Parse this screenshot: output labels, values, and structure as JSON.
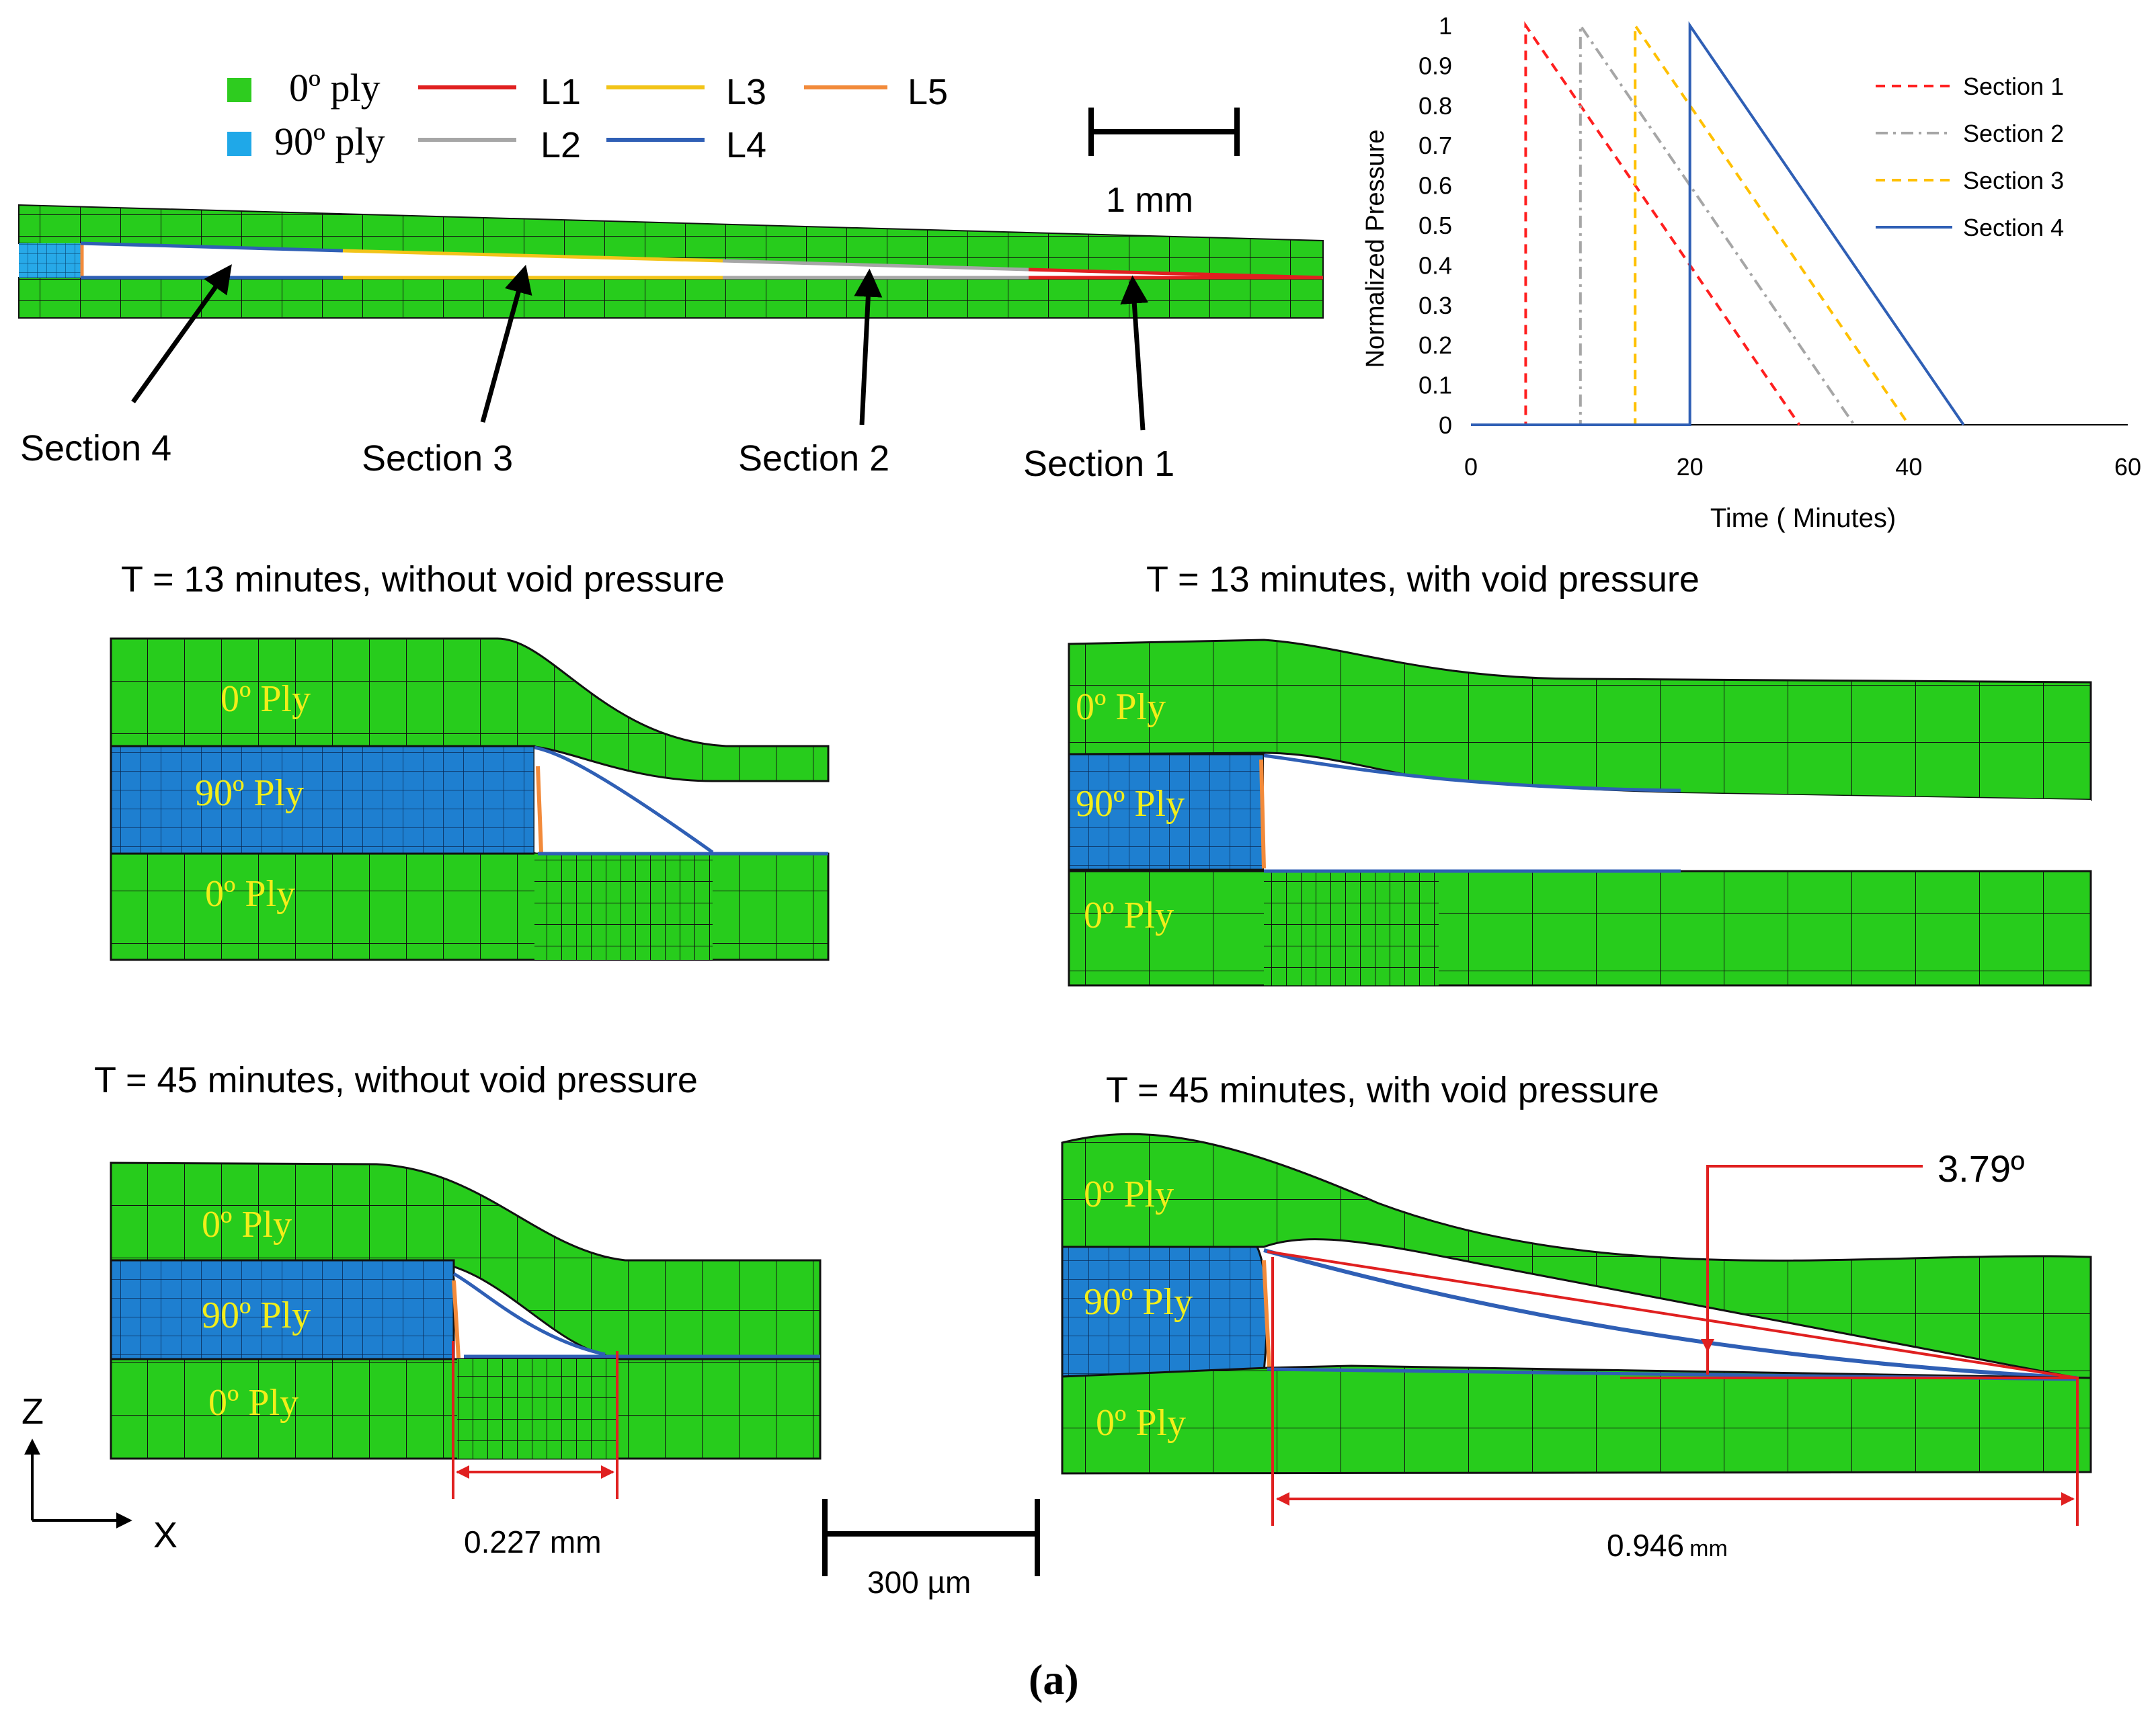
{
  "legend": {
    "ply0": "0º ply",
    "ply90": "90º ply",
    "lines": [
      "L1",
      "L2",
      "L3",
      "L4",
      "L5"
    ],
    "colors": {
      "ply0": "#2ecc1f",
      "ply90": "#1fa8e8",
      "L1": "#e02020",
      "L2": "#a6a6a6",
      "L3": "#f2c418",
      "L4": "#2f5fb5",
      "L5": "#f28a3a"
    }
  },
  "scalebar_top": "1 mm",
  "sections": [
    "Section 4",
    "Section 3",
    "Section 2",
    "Section 1"
  ],
  "chart_data": {
    "type": "line",
    "title": "",
    "xlabel": "Time ( Minutes)",
    "ylabel": "Normalized Pressure",
    "xlim": [
      0,
      60
    ],
    "ylim": [
      0,
      1
    ],
    "xticks": [
      "0",
      "20",
      "40",
      "60"
    ],
    "yticks": [
      "0",
      "0.1",
      "0.2",
      "0.3",
      "0.4",
      "0.5",
      "0.6",
      "0.7",
      "0.8",
      "0.9",
      "1"
    ],
    "legend_position": "right",
    "series": [
      {
        "name": "Section 1",
        "color": "#ff1f1f",
        "dash": "dashed",
        "points": [
          [
            0,
            0
          ],
          [
            5,
            0
          ],
          [
            5,
            1
          ],
          [
            30,
            0
          ]
        ]
      },
      {
        "name": "Section 2",
        "color": "#a6a6a6",
        "dash": "dashdot",
        "points": [
          [
            0,
            0
          ],
          [
            10,
            0
          ],
          [
            10,
            1
          ],
          [
            35,
            0
          ]
        ]
      },
      {
        "name": "Section 3",
        "color": "#ffc000",
        "dash": "dashed",
        "points": [
          [
            0,
            0
          ],
          [
            15,
            0
          ],
          [
            15,
            1
          ],
          [
            40,
            0
          ]
        ]
      },
      {
        "name": "Section 4",
        "color": "#2f5fb5",
        "dash": "solid",
        "points": [
          [
            0,
            0
          ],
          [
            20,
            0
          ],
          [
            20,
            1
          ],
          [
            45,
            0
          ]
        ]
      }
    ]
  },
  "panels": {
    "p1": {
      "title": "T = 13 minutes, without void pressure",
      "top": "0º Ply",
      "mid": "90º Ply",
      "bot": "0º Ply"
    },
    "p2": {
      "title": "T = 13 minutes, with void pressure",
      "top": "0º Ply",
      "mid": "90º Ply",
      "bot": "0º Ply"
    },
    "p3": {
      "title": "T = 45 minutes, without void pressure",
      "top": "0º Ply",
      "mid": "90º Ply",
      "bot": "0º Ply",
      "dim": "0.227 mm"
    },
    "p4": {
      "title": "T = 45 minutes, with void pressure",
      "top": "0º Ply",
      "mid": "90º Ply",
      "bot": "0º Ply",
      "angle": "3.79º",
      "dim": "0.946",
      "dim_unit": "mm"
    }
  },
  "axes": {
    "z": "Z",
    "x": "X"
  },
  "scalebar_bottom": "300 µm",
  "caption": "(a)"
}
